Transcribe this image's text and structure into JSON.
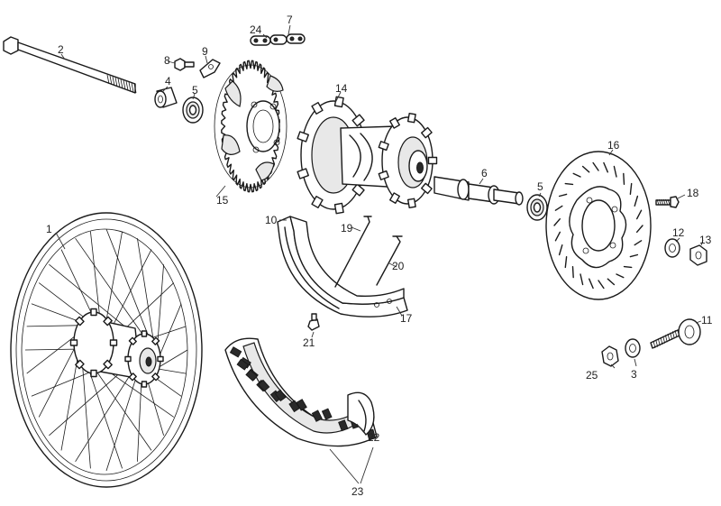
{
  "callouts": [
    {
      "key": "c1",
      "text": "1"
    },
    {
      "key": "c2",
      "text": "2"
    },
    {
      "key": "c3",
      "text": "3"
    },
    {
      "key": "c4",
      "text": "4"
    },
    {
      "key": "c5a",
      "text": "5"
    },
    {
      "key": "c5b",
      "text": "5"
    },
    {
      "key": "c6",
      "text": "6"
    },
    {
      "key": "c7",
      "text": "7"
    },
    {
      "key": "c8",
      "text": "8"
    },
    {
      "key": "c9",
      "text": "9"
    },
    {
      "key": "c10",
      "text": "10"
    },
    {
      "key": "c11",
      "text": "11"
    },
    {
      "key": "c12",
      "text": "12"
    },
    {
      "key": "c13",
      "text": "13"
    },
    {
      "key": "c14",
      "text": "14"
    },
    {
      "key": "c15",
      "text": "15"
    },
    {
      "key": "c16",
      "text": "16"
    },
    {
      "key": "c17",
      "text": "17"
    },
    {
      "key": "c18",
      "text": "18"
    },
    {
      "key": "c19",
      "text": "19"
    },
    {
      "key": "c20",
      "text": "20"
    },
    {
      "key": "c21",
      "text": "21"
    },
    {
      "key": "c22",
      "text": "22"
    },
    {
      "key": "c23",
      "text": "23"
    },
    {
      "key": "c24",
      "text": "24"
    },
    {
      "key": "c25",
      "text": "25"
    }
  ],
  "colors": {
    "line": "#1a1a1a",
    "background": "#ffffff"
  }
}
